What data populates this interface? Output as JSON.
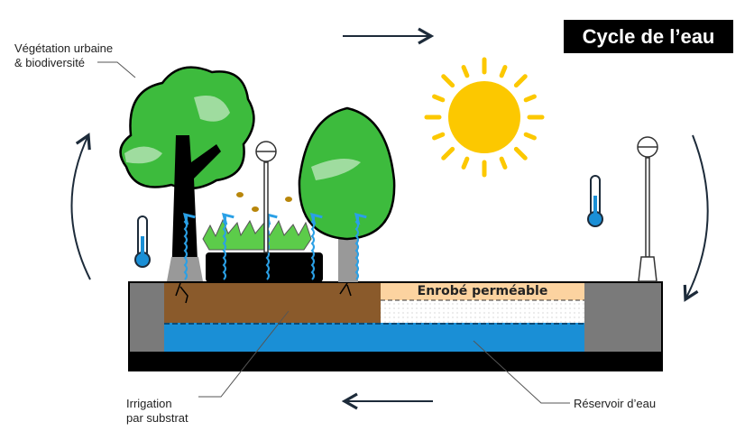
{
  "title": "Cycle de l’eau",
  "labels": {
    "vegetation_line1": "Végétation urbaine",
    "vegetation_line2": "& biodiversité",
    "enrobe": "Enrobé perméable",
    "irrigation_line1": "Irrigation",
    "irrigation_line2": "par substrat",
    "reservoir": "Réservoir d’eau"
  },
  "colors": {
    "tree_green": "#3dbb3d",
    "soil_brown": "#8a5a2b",
    "water_blue": "#1a8fd6",
    "enrobe_orange": "#fcd3a0",
    "sun_yellow": "#fcc800",
    "arrow_navy": "#1d2b3a"
  },
  "icons": [
    "sun-icon",
    "thermometer-icon",
    "street-lamp-icon",
    "tree-icon",
    "bee-icon",
    "cycle-arrow-icon"
  ]
}
